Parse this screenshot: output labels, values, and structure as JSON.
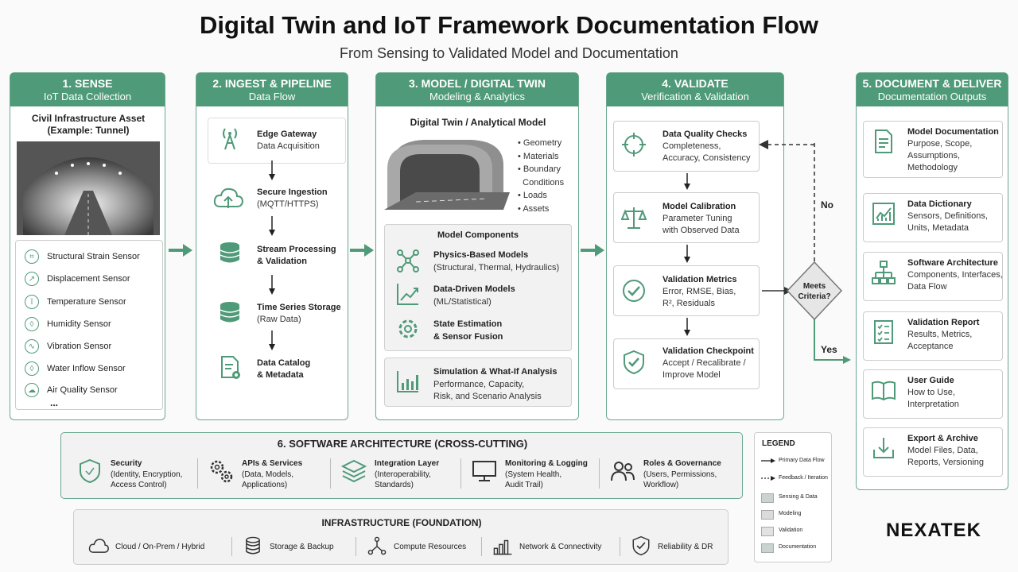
{
  "title": "Digital Twin and IoT Framework Documentation Flow",
  "subtitle": "From Sensing to Validated Model and Documentation",
  "colors": {
    "accent": "#4f9a78",
    "border": "#6aa88f",
    "gray_box": "#f2f2f2"
  },
  "sense": {
    "head1": "1. SENSE",
    "head2": "IoT Data Collection",
    "asset_title": "Civil Infrastructure Asset",
    "asset_sub": "(Example: Tunnel)",
    "sensors": [
      {
        "label": "Structural Strain Sensor",
        "icon": "strain-icon"
      },
      {
        "label": "Displacement Sensor",
        "icon": "displacement-icon"
      },
      {
        "label": "Temperature Sensor",
        "icon": "thermometer-icon"
      },
      {
        "label": "Humidity Sensor",
        "icon": "droplet-icon"
      },
      {
        "label": "Vibration Sensor",
        "icon": "vibration-icon"
      },
      {
        "label": "Water Inflow Sensor",
        "icon": "water-icon"
      },
      {
        "label": "Air Quality Sensor",
        "icon": "cloud-icon"
      }
    ],
    "more": "..."
  },
  "ingest": {
    "head1": "2. INGEST & PIPELINE",
    "head2": "Data Flow",
    "steps": [
      {
        "l1": "Edge Gateway",
        "l2": "Data Acquisition",
        "icon": "antenna-icon"
      },
      {
        "l1": "Secure Ingestion",
        "l2": "(MQTT/HTTPS)",
        "icon": "cloud-upload-icon"
      },
      {
        "l1": "Stream Processing",
        "l2": "& Validation",
        "icon": "database-icon"
      },
      {
        "l1": "Time Series Storage",
        "l2": "(Raw Data)",
        "icon": "database-icon"
      },
      {
        "l1": "Data Catalog",
        "l2": "& Metadata",
        "icon": "document-gear-icon"
      }
    ]
  },
  "model": {
    "head1": "3. MODEL / DIGITAL TWIN",
    "head2": "Modeling & Analytics",
    "twin_title": "Digital Twin / Analytical Model",
    "bullets": [
      "Geometry",
      "Materials",
      "Boundary",
      "Conditions",
      "Loads",
      "Assets"
    ],
    "components_title": "Model Components",
    "components": [
      {
        "l1": "Physics-Based Models",
        "l2": "(Structural, Thermal, Hydraulics)",
        "icon": "network-icon"
      },
      {
        "l1": "Data-Driven Models",
        "l2": "(ML/Statistical)",
        "icon": "trend-chart-icon"
      },
      {
        "l1": "State Estimation",
        "l2": "& Sensor Fusion",
        "icon": "gear-icon"
      }
    ],
    "simulation": {
      "l1": "Simulation & What-If Analysis",
      "l2": "Performance, Capacity,",
      "l3": "Risk, and Scenario Analysis"
    }
  },
  "validate": {
    "head1": "4. VALIDATE",
    "head2": "Verification & Validation",
    "steps": [
      {
        "l1": "Data Quality Checks",
        "l2": "Completeness,",
        "l3": "Accuracy, Consistency",
        "icon": "crosshair-icon"
      },
      {
        "l1": "Model Calibration",
        "l2": "Parameter Tuning",
        "l3": "with Observed Data",
        "icon": "scale-icon"
      },
      {
        "l1": "Validation Metrics",
        "l2": "Error, RMSE, Bias,",
        "l3": "R², Residuals",
        "icon": "check-circle-icon"
      },
      {
        "l1": "Validation Checkpoint",
        "l2": "Accept / Recalibrate /",
        "l3": "Improve Model",
        "icon": "shield-check-icon"
      }
    ],
    "decision_l1": "Meets",
    "decision_l2": "Criteria?",
    "no": "No",
    "yes": "Yes"
  },
  "document": {
    "head1": "5. DOCUMENT & DELIVER",
    "head2": "Documentation Outputs",
    "items": [
      {
        "l1": "Model Documentation",
        "l2": "Purpose, Scope,",
        "l3": "Assumptions,",
        "l4": "Methodology",
        "icon": "document-icon"
      },
      {
        "l1": "Data Dictionary",
        "l2": "Sensors, Definitions,",
        "l3": "Units, Metadata",
        "l4": "",
        "icon": "chart-icon"
      },
      {
        "l1": "Software Architecture",
        "l2": "Components, Interfaces,",
        "l3": "Data Flow",
        "l4": "",
        "icon": "hierarchy-icon"
      },
      {
        "l1": "Validation Report",
        "l2": "Results, Metrics,",
        "l3": "Acceptance",
        "l4": "",
        "icon": "checklist-icon"
      },
      {
        "l1": "User Guide",
        "l2": "How to Use,",
        "l3": "Interpretation",
        "l4": "",
        "icon": "book-icon"
      },
      {
        "l1": "Export & Archive",
        "l2": "Model Files, Data,",
        "l3": "Reports, Versioning",
        "l4": "",
        "icon": "download-icon"
      }
    ]
  },
  "software": {
    "title": "6. SOFTWARE ARCHITECTURE (CROSS-CUTTING)",
    "items": [
      {
        "l1": "Security",
        "l2": "(Identity, Encryption,",
        "l3": "Access Control)",
        "icon": "shield-icon"
      },
      {
        "l1": "APIs & Services",
        "l2": "(Data, Models,",
        "l3": "Applications)",
        "icon": "gears-icon"
      },
      {
        "l1": "Integration Layer",
        "l2": "(Interoperability,",
        "l3": "Standards)",
        "icon": "layers-icon"
      },
      {
        "l1": "Monitoring & Logging",
        "l2": "(System Health,",
        "l3": "Audit Trail)",
        "icon": "monitor-icon"
      },
      {
        "l1": "Roles & Governance",
        "l2": "(Users, Permissions,",
        "l3": "Workflow)",
        "icon": "users-icon"
      }
    ]
  },
  "infra": {
    "title": "INFRASTRUCTURE (FOUNDATION)",
    "items": [
      {
        "label": "Cloud / On-Prem / Hybrid",
        "icon": "cloud-icon"
      },
      {
        "label": "Storage & Backup",
        "icon": "database-icon"
      },
      {
        "label": "Compute Resources",
        "icon": "network-icon"
      },
      {
        "label": "Network & Connectivity",
        "icon": "signal-bars-icon"
      },
      {
        "label": "Reliability & DR",
        "icon": "shield-check-icon"
      }
    ]
  },
  "legend": {
    "title": "LEGEND",
    "primary": "Primary Data Flow",
    "feedback": "Feedback / Iteration",
    "swatches": [
      {
        "label": "Sensing & Data",
        "color": "#c9d3cf"
      },
      {
        "label": "Modeling",
        "color": "#d9dcdb"
      },
      {
        "label": "Validation",
        "color": "#e2e2e2"
      },
      {
        "label": "Documentation",
        "color": "#c9d3cf"
      }
    ]
  },
  "logo": "NEXATEK"
}
